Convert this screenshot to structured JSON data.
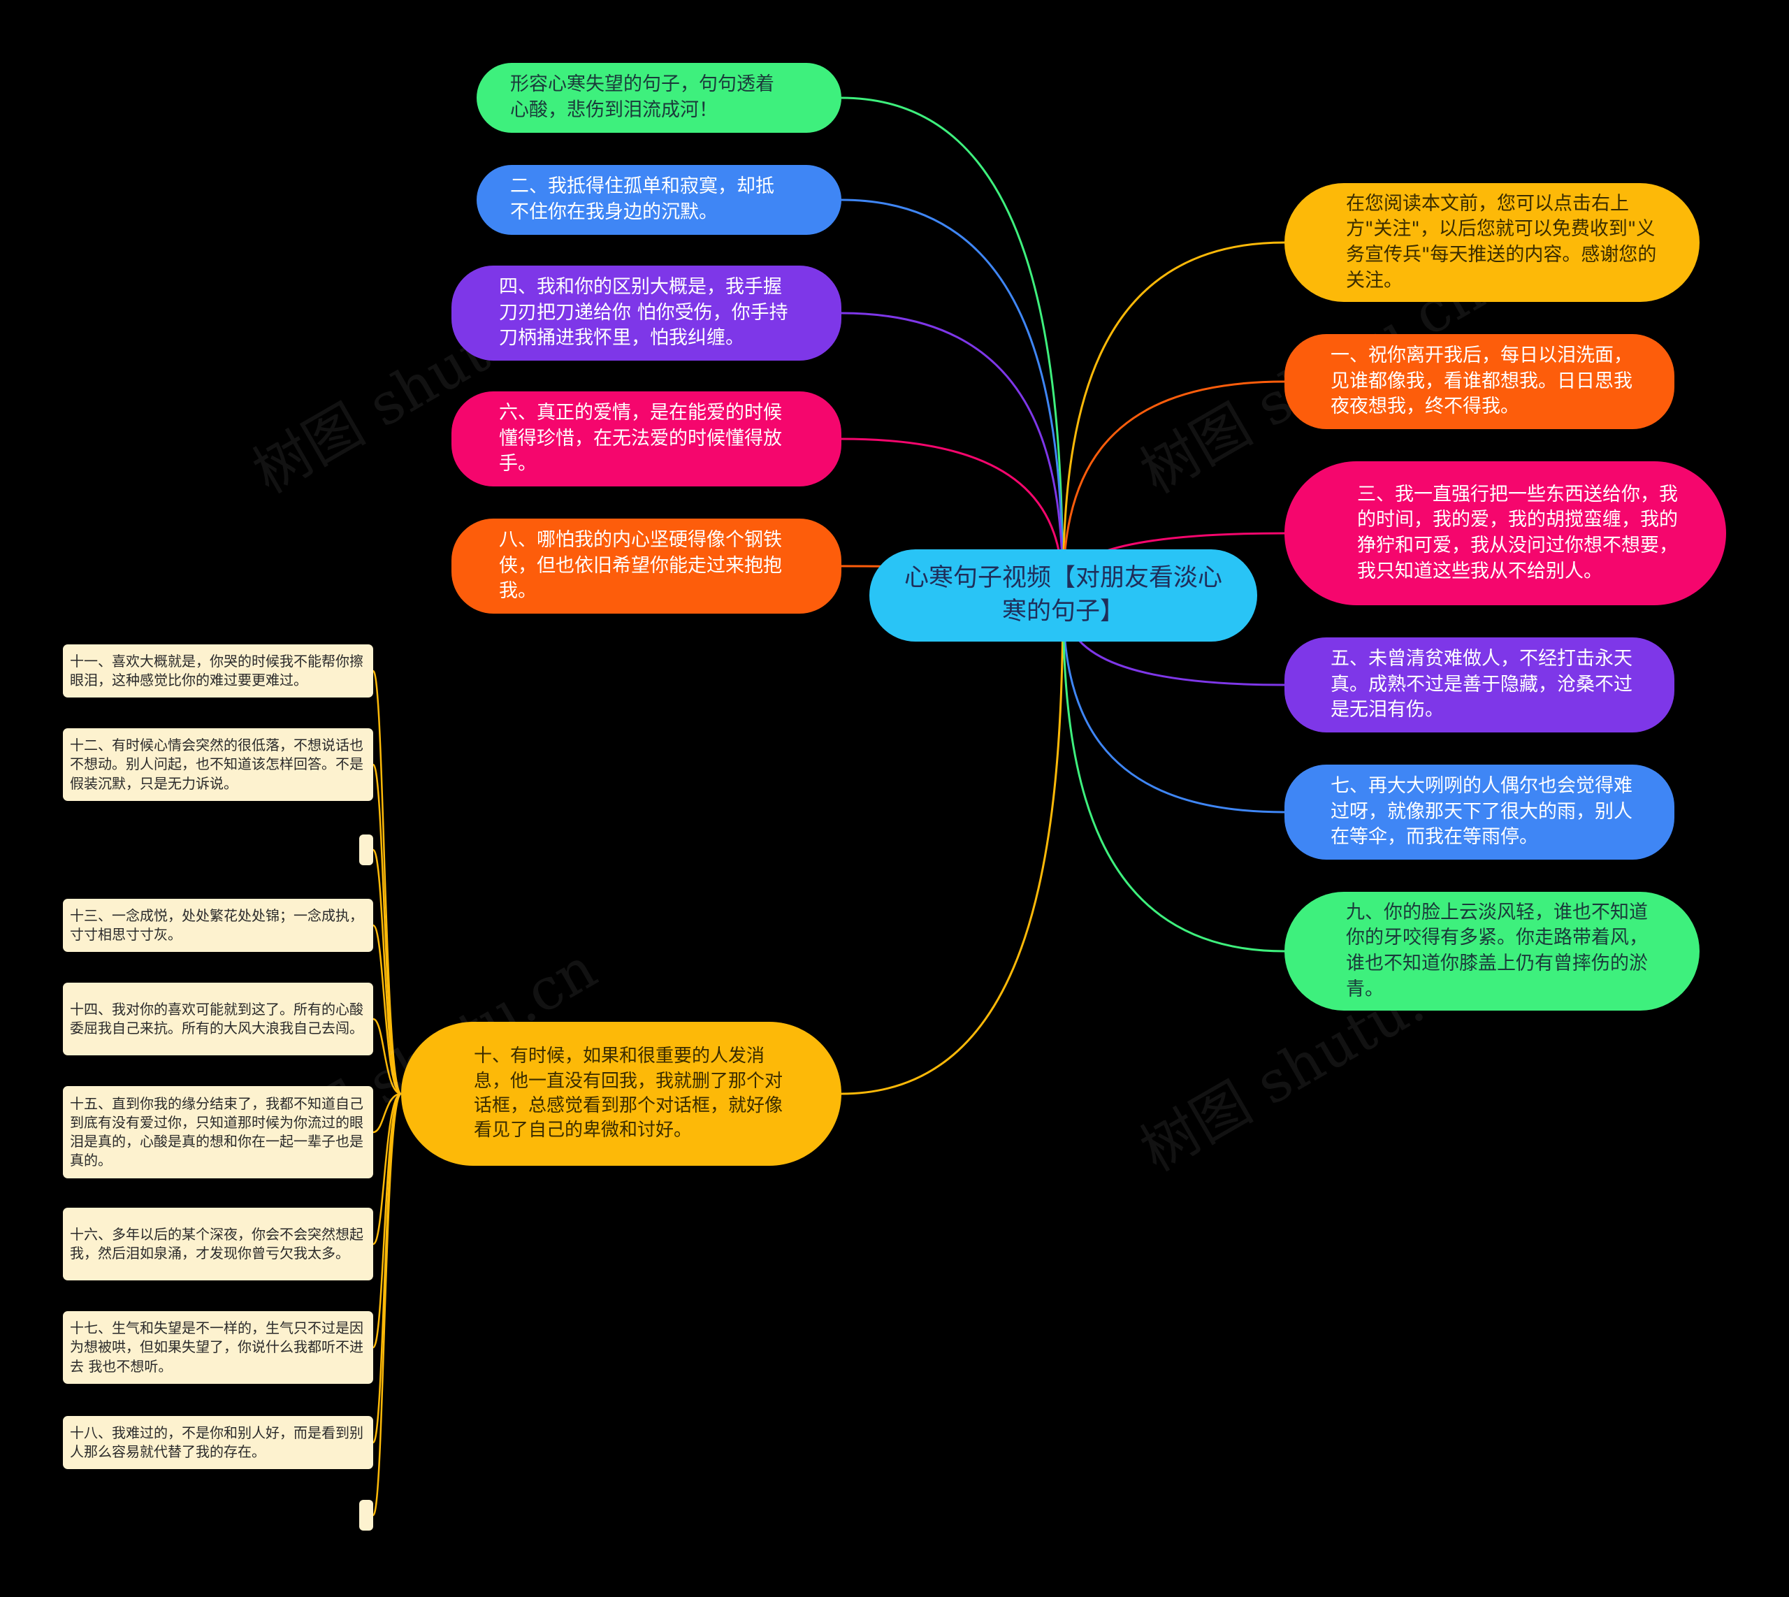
{
  "watermark": "树图 shutu.cn",
  "root": {
    "label": "心寒句子视频【对朋友看淡心寒的句子】",
    "color": "#29c4f6"
  },
  "left_branches": [
    {
      "id": "l1",
      "text": "形容心寒失望的句子，句句透着心酸，悲伤到泪流成河！",
      "color": "#3ef07d"
    },
    {
      "id": "l2",
      "text": "二、我抵得住孤单和寂寞，却抵不住你在我身边的沉默。",
      "color": "#3f86f5"
    },
    {
      "id": "l3",
      "text": "四、我和你的区别大概是，我手握刀刃把刀递给你 怕你受伤，你手持刀柄捅进我怀里，怕我纠缠。",
      "color": "#7e37e8"
    },
    {
      "id": "l4",
      "text": "六、真正的爱情，是在能爱的时候懂得珍惜，在无法爱的时候懂得放手。",
      "color": "#f5066d"
    },
    {
      "id": "l5",
      "text": "八、哪怕我的内心坚硬得像个钢铁侠，但也依旧希望你能走过来抱抱我。",
      "color": "#fd5d0b"
    },
    {
      "id": "l6",
      "text": "十、有时候，如果和很重要的人发消息，他一直没有回我，我就删了那个对话框，总感觉看到那个对话框，就好像看见了自己的卑微和讨好。",
      "color": "#fdb908"
    }
  ],
  "right_branches": [
    {
      "id": "r1",
      "text": "在您阅读本文前，您可以点击右上方\"关注\"，以后您就可以免费收到\"义务宣传兵\"每天推送的内容。感谢您的关注。",
      "color": "#fdb908"
    },
    {
      "id": "r2",
      "text": "一、祝你离开我后，每日以泪洗面，见谁都像我，看谁都想我。日日思我 夜夜想我，终不得我。",
      "color": "#fd5d0b"
    },
    {
      "id": "r3",
      "text": "三、我一直强行把一些东西送给你，我的时间，我的爱，我的胡搅蛮缠，我的狰狞和可爱，我从没问过你想不想要，我只知道这些我从不给别人。",
      "color": "#f5066d"
    },
    {
      "id": "r4",
      "text": "五、未曾清贫难做人，不经打击永天真。成熟不过是善于隐藏，沧桑不过是无泪有伤。",
      "color": "#7e37e8"
    },
    {
      "id": "r5",
      "text": "七、再大大咧咧的人偶尔也会觉得难过呀，就像那天下了很大的雨，别人在等伞，而我在等雨停。",
      "color": "#3f86f5"
    },
    {
      "id": "r6",
      "text": "九、你的脸上云淡风轻，谁也不知道你的牙咬得有多紧。你走路带着风，谁也不知道你膝盖上仍有曾摔伤的淤青。",
      "color": "#3ef07d"
    }
  ],
  "leaves": [
    {
      "text": "十一、喜欢大概就是，你哭的时候我不能帮你擦眼泪，这种感觉比你的难过要更难过。"
    },
    {
      "text": "十二、有时候心情会突然的很低落，不想说话也不想动。别人问起，也不知道该怎样回答。不是假装沉默，只是无力诉说。"
    },
    {
      "text": "十三、一念成悦，处处繁花处处锦；一念成执，寸寸相思寸寸灰。"
    },
    {
      "text": "十四、我对你的喜欢可能就到这了。所有的心酸委屈我自己来抗。所有的大风大浪我自己去闯。"
    },
    {
      "text": "十五、直到你我的缘分结束了，我都不知道自己到底有没有爱过你，只知道那时候为你流过的眼泪是真的，心酸是真的想和你在一起一辈子也是真的。"
    },
    {
      "text": "十六、多年以后的某个深夜，你会不会突然想起我，然后泪如泉涌，才发现你曾亏欠我太多。"
    },
    {
      "text": "十七、生气和失望是不一样的，生气只不过是因为想被哄，但如果失望了，你说什么我都听不进去 我也不想听。"
    },
    {
      "text": "十八、我难过的，不是你和别人好，而是看到别人那么容易就代替了我的存在。"
    }
  ],
  "leaf_color": "#fdf2cf",
  "leaf_link_color": "#fdb908"
}
